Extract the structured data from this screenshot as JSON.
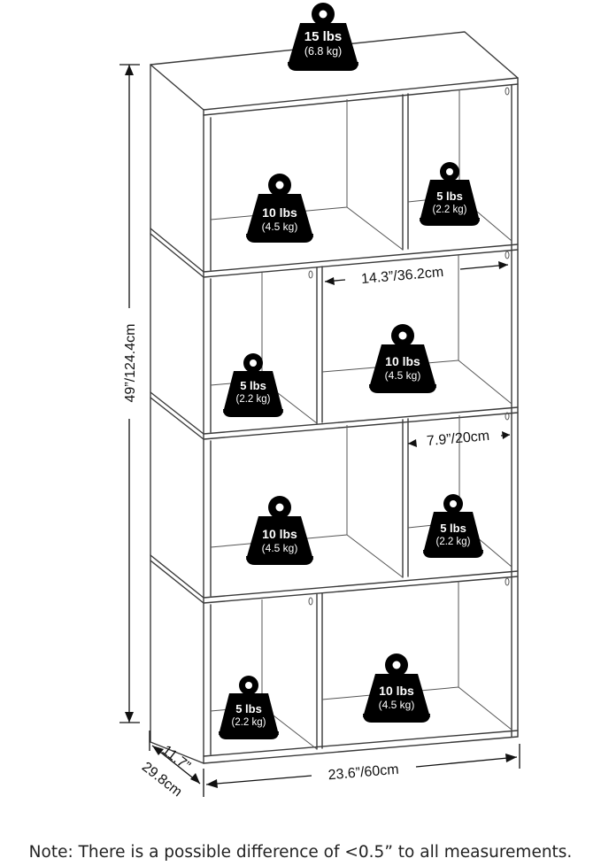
{
  "weights": [
    {
      "id": "top",
      "lbs": "15 lbs",
      "kg": "(6.8 kg)"
    },
    {
      "id": "r1a",
      "lbs": "10 lbs",
      "kg": "(4.5 kg)"
    },
    {
      "id": "r1b",
      "lbs": "5 lbs",
      "kg": "(2.2 kg)"
    },
    {
      "id": "r2a",
      "lbs": "5 lbs",
      "kg": "(2.2 kg)"
    },
    {
      "id": "r2b",
      "lbs": "10 lbs",
      "kg": "(4.5 kg)"
    },
    {
      "id": "r3a",
      "lbs": "10 lbs",
      "kg": "(4.5 kg)"
    },
    {
      "id": "r3b",
      "lbs": "5 lbs",
      "kg": "(2.2 kg)"
    },
    {
      "id": "r4a",
      "lbs": "5 lbs",
      "kg": "(2.2 kg)"
    },
    {
      "id": "r4b",
      "lbs": "10 lbs",
      "kg": "(4.5 kg)"
    }
  ],
  "dimensions": {
    "height": "49”/124.4cm",
    "width": "23.6”/60cm",
    "depth_in": "11.7”",
    "depth_cm": "29.8cm",
    "large_cube_width": "14.3”/36.2cm",
    "small_cube_width": "7.9”/20cm"
  },
  "note": "Note: There is a possible difference of <0.5” to all measurements."
}
